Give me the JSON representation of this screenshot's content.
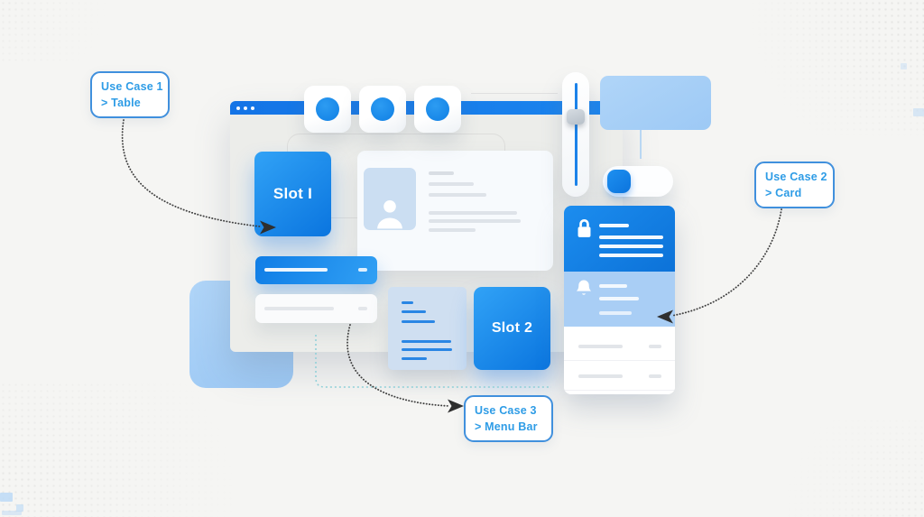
{
  "illustration": {
    "callouts": {
      "c1": {
        "title": "Use Case 1",
        "subtitle": "> Table"
      },
      "c2": {
        "title": "Use Case 2",
        "subtitle": "> Card"
      },
      "c3": {
        "title": "Use Case 3",
        "subtitle": "> Menu Bar"
      }
    },
    "slots": {
      "slot1": "Slot I",
      "slot2": "Slot 2"
    },
    "window": {
      "control_dots": 3,
      "toolbar_icons": [
        "circle-icon",
        "circle-icon",
        "circle-icon"
      ]
    },
    "right_card_icons": [
      "lock-icon",
      "bell-icon"
    ],
    "controls": {
      "slider": {
        "orientation": "vertical",
        "knob_position": "upper-third"
      },
      "toggle": {
        "knob_side": "left"
      }
    },
    "colors": {
      "accent": "#1780e9",
      "accent_dark": "#0c74dd",
      "accent_light": "#2fa0f5",
      "light_blue": "#a8d0f6",
      "pale_blue": "#cfdff1",
      "panel_gray": "#ecedea",
      "teal_dash": "#8ecfd8",
      "arrow": "#3f3f3f",
      "callout_text": "#2e9ce6",
      "callout_border": "#4090dd"
    }
  }
}
